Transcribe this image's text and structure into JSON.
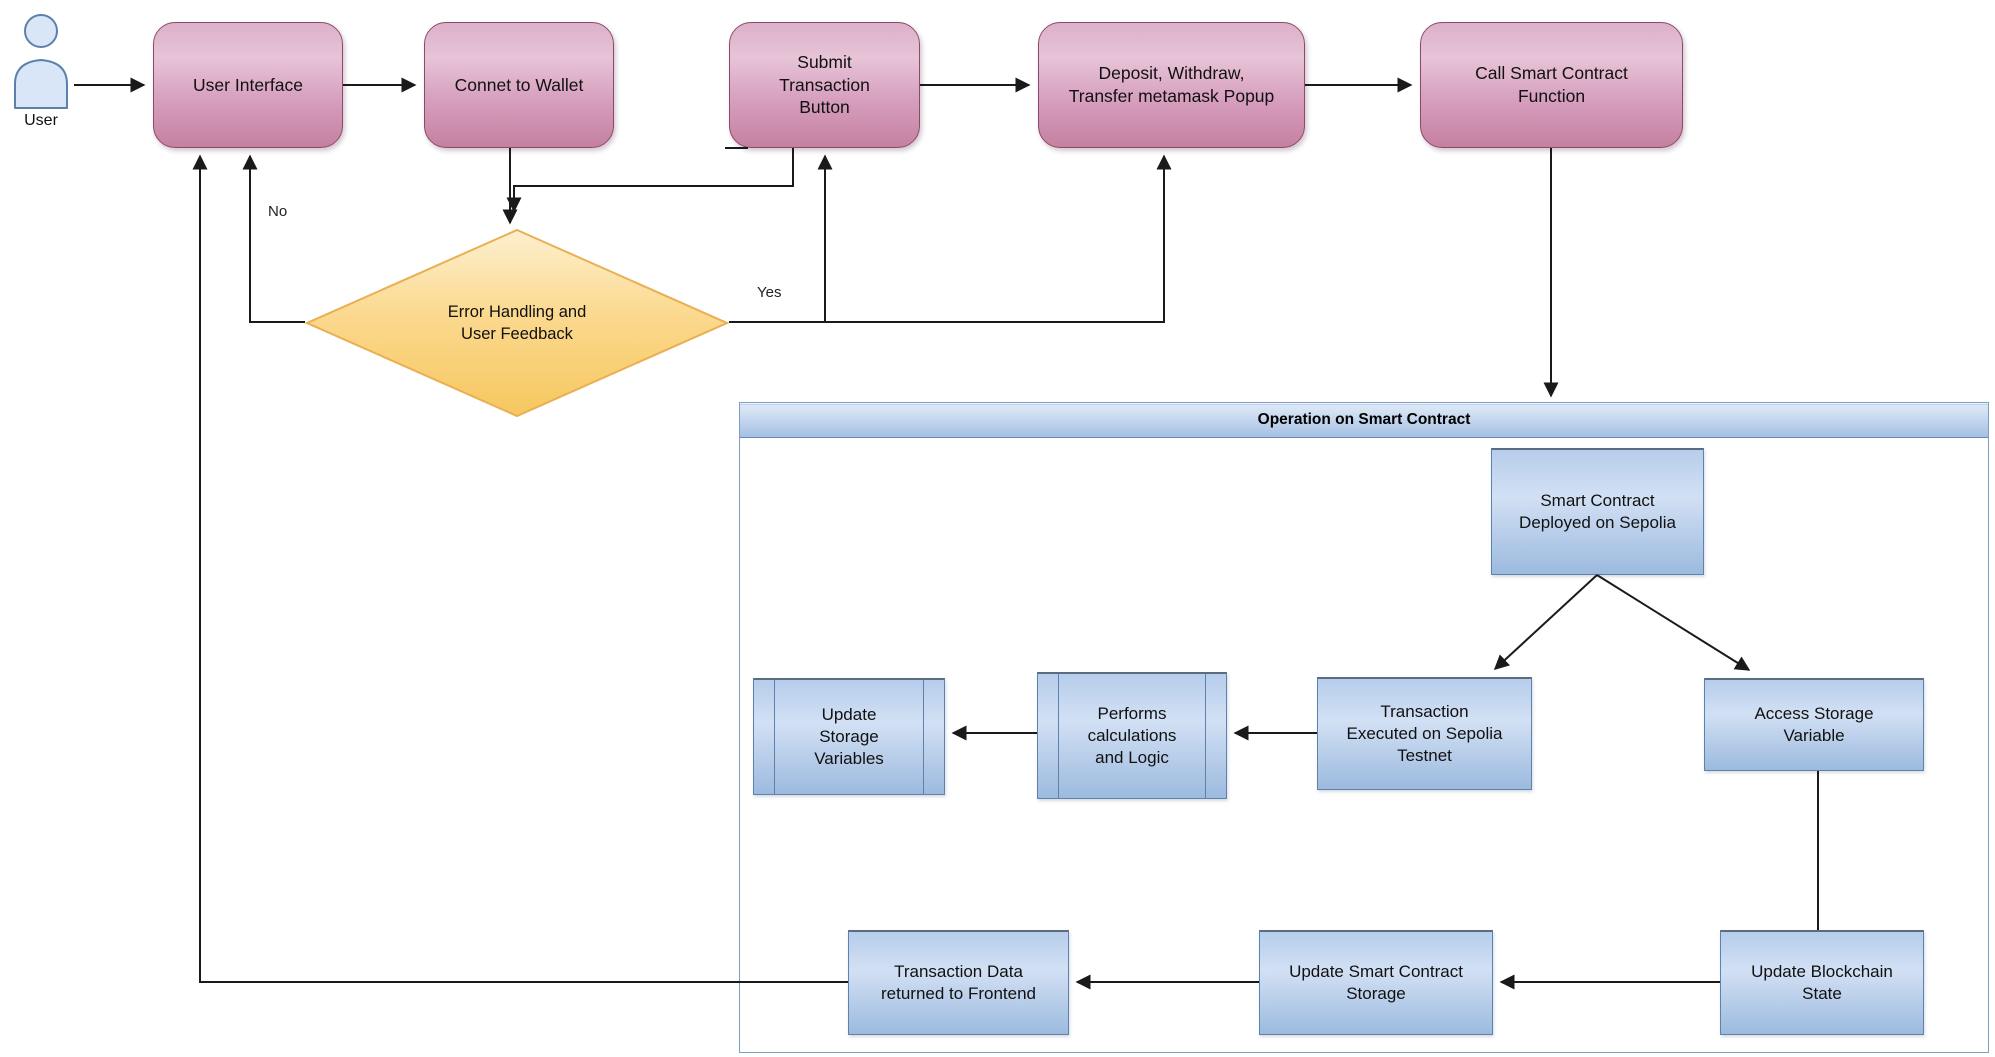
{
  "diagram": {
    "actor": {
      "label": "User"
    },
    "nodes": {
      "user_interface": {
        "label": "User Interface"
      },
      "connect_wallet": {
        "label": "Connet to Wallet"
      },
      "submit_transaction": {
        "label": "Submit\nTransaction\nButton"
      },
      "metamask_popup": {
        "label": "Deposit, Withdraw,\nTransfer metamask Popup"
      },
      "call_contract": {
        "label": "Call Smart Contract\nFunction"
      },
      "error_handling": {
        "label": "Error Handling and\nUser Feedback"
      },
      "deployed": {
        "label": "Smart Contract\nDeployed on Sepolia"
      },
      "tx_executed": {
        "label": "Transaction\nExecuted on Sepolia\nTestnet"
      },
      "performs_calc": {
        "label": "Performs\ncalculations\nand Logic"
      },
      "update_storage_vars": {
        "label": "Update\nStorage\nVariables"
      },
      "access_storage": {
        "label": "Access Storage\nVariable"
      },
      "update_blockchain": {
        "label": "Update Blockchain\nState"
      },
      "update_contract_storage": {
        "label": "Update Smart Contract\nStorage"
      },
      "tx_data_frontend": {
        "label": "Transaction Data\nreturned to Frontend"
      }
    },
    "group": {
      "title": "Operation on Smart Contract"
    },
    "edge_labels": {
      "yes": "Yes",
      "no": "No"
    },
    "colors": {
      "pink_top": "#dcb0c9",
      "pink_light": "#e7c4d7",
      "pink_mid": "#d79fbe",
      "pink_bottom": "#c5809f",
      "pink_border": "#8a4a6a",
      "gold_top": "#fdf0cf",
      "gold_mid": "#fbd98f",
      "gold_deep": "#f6c75f",
      "gold_border": "#eaaf52",
      "blue_top": "#b6cdeb",
      "blue_light": "#d2e0f4",
      "blue_bottom": "#9cbade",
      "blue_border": "#5f82ac",
      "header_top": "#e3ecf8",
      "header_bottom": "#a4c0e4",
      "header_border": "#6a88b4",
      "container_border": "#7f9cc4",
      "actor_fill": "#d9e6f7",
      "actor_stroke": "#5b81ab",
      "line": "#1a1a1a"
    }
  }
}
